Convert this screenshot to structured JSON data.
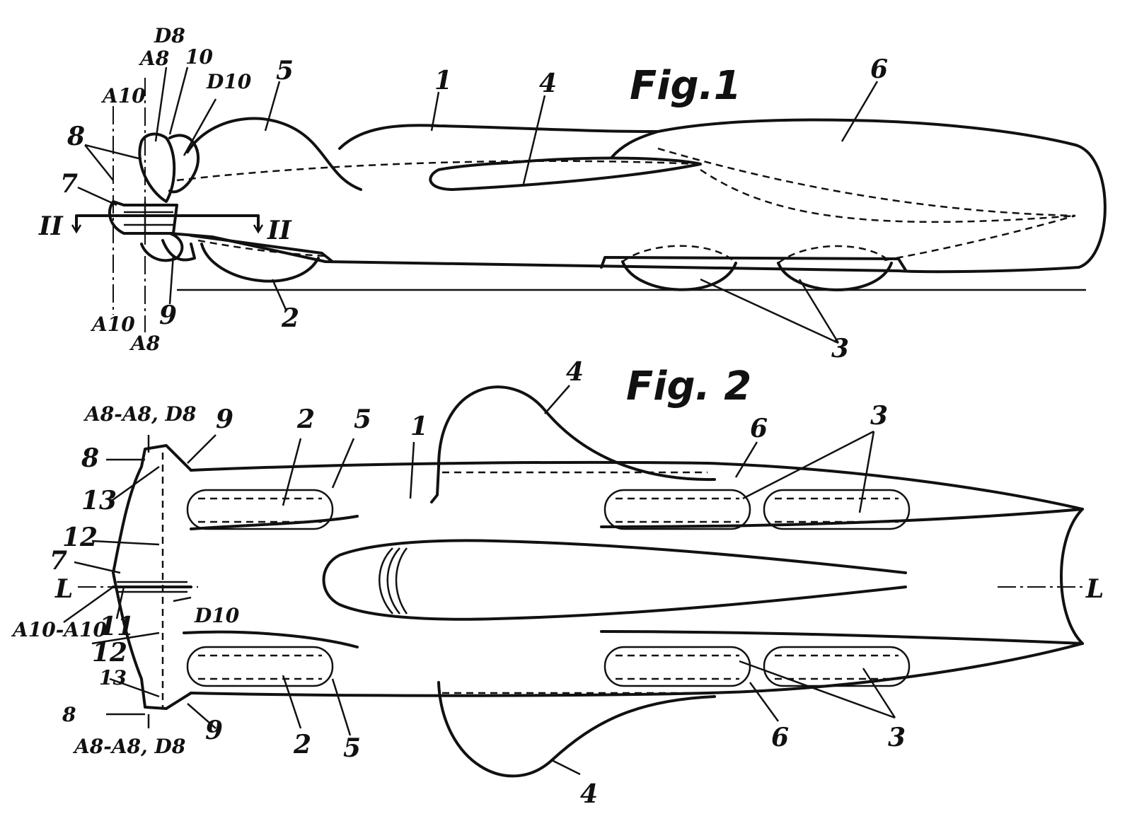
{
  "fig1": {
    "title": "Fig.1",
    "labels": {
      "D8": "D8",
      "A8_top": "A8",
      "n10": "10",
      "D10": "D10",
      "n5": "5",
      "n1": "1",
      "n4": "4",
      "n6": "6",
      "A10_top": "A10",
      "n8": "8",
      "n7": "7",
      "sec_left": "II",
      "sec_right": "II",
      "A10_bot": "A10",
      "A8_bot": "A8",
      "n9": "9",
      "n2": "2",
      "n3": "3"
    }
  },
  "fig2": {
    "title": "Fig. 2",
    "labels": {
      "A8A8D8_top": "A8-A8, D8",
      "n9_top": "9",
      "n2_top": "2",
      "n5_top": "5",
      "n1": "1",
      "n4_top": "4",
      "n6_top": "6",
      "n3_top": "3",
      "n8_top": "8",
      "n13_top": "13",
      "n12_top": "12",
      "n7": "7",
      "L_left": "L",
      "D10": "D10",
      "A10A10": "A10-A10",
      "n11": "11",
      "n12_bot": "12",
      "n13_bot": "13",
      "n8_bot": "8",
      "A8A8D8_bot": "A8-A8, D8",
      "n9_bot": "9",
      "n2_bot": "2",
      "n5_bot": "5",
      "n6_bot": "6",
      "n3_bot": "3",
      "n4_bot": "4",
      "L_right": "L"
    }
  }
}
